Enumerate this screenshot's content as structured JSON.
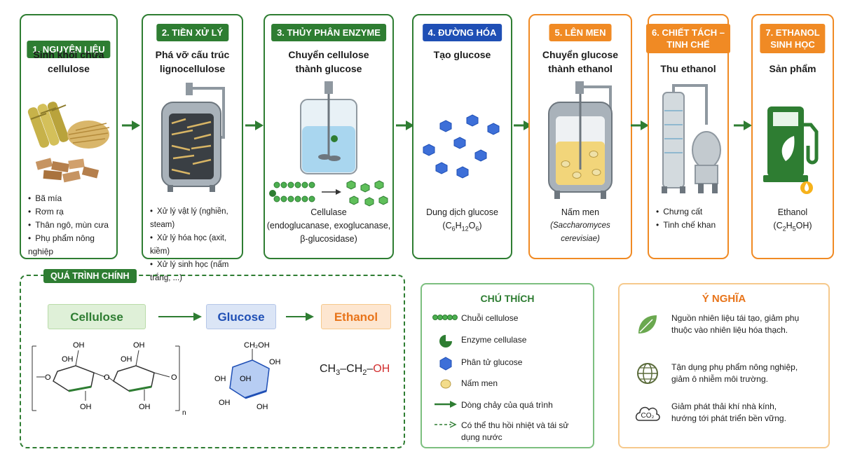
{
  "stages": [
    {
      "badge": "1. NGUYÊN LIỆU",
      "title": "Sinh khối chứa cellulose",
      "bullets": [
        "Bã mía",
        "Rơm rạ",
        "Thân ngô, mùn cưa",
        "Phụ phẩm nông nghiệp"
      ]
    },
    {
      "badge": "2. TIỀN XỬ LÝ",
      "title": "Phá vỡ cấu trúc lignocellulose",
      "bullets": [
        "Xử lý vật lý (nghiền, steam)",
        "Xử lý hóa học (axit, kiềm)",
        "Xử lý sinh học (nấm trắng, ...)"
      ]
    },
    {
      "badge": "3. THỦY PHÂN ENZYME",
      "title": "Chuyển cellulose thành glucose",
      "caption1": "Cellulase",
      "caption2": "(endoglucanase, exoglucanase,",
      "caption3": "β-glucosidase)"
    },
    {
      "badge": "4. ĐƯỜNG HÓA",
      "title": "Tạo glucose",
      "caption1": "Dung dịch glucose",
      "formula": {
        "a": "(C",
        "b": "6",
        "c": "H",
        "d": "12",
        "e": "O",
        "f": "6",
        "g": ")"
      }
    },
    {
      "badge": "5. LÊN MEN",
      "title": "Chuyển glucose thành ethanol",
      "caption1": "Nấm men",
      "caption2": "(Saccharomyces cerevisiae)"
    },
    {
      "badge1": "6. CHIẾT TÁCH –",
      "badge2": "TINH CHẾ",
      "title": "Thu ethanol",
      "bullets": [
        "Chưng cất",
        "Tinh chế khan"
      ]
    },
    {
      "badge1": "7. ETHANOL",
      "badge2": "SINH HỌC",
      "title": "Sản phẩm",
      "caption1": "Ethanol",
      "formula": {
        "a": "(C",
        "b": "2",
        "c": "H",
        "d": "5",
        "e": "OH)"
      }
    }
  ],
  "process": {
    "title": "QUÁ TRÌNH CHÍNH",
    "box1": "Cellulose",
    "box2": "Glucose",
    "box3": "Ethanol",
    "oh": "OH",
    "ch2oh": "CH₂OH",
    "o": "O",
    "n": "n",
    "ethanol_formula": {
      "a": "CH",
      "b": "3",
      "c": "–CH",
      "d": "2",
      "e": "–",
      "f": "OH"
    }
  },
  "legend": {
    "title": "CHÚ THÍCH",
    "items": [
      "Chuỗi cellulose",
      "Enzyme cellulase",
      "Phân tử glucose",
      "Nấm men",
      "Dòng chảy của quá trình",
      "Có thể thu hồi nhiệt và tái sử dụng nước"
    ]
  },
  "meaning": {
    "title": "Ý NGHĨA",
    "items": [
      "Nguồn nhiên liệu tái tạo, giảm phụ thuộc vào nhiên liệu hóa thạch.",
      "Tận dụng phụ phẩm nông nghiệp, giảm ô nhiễm môi trường.",
      "Giảm phát thải khí nhà kính, hướng tới phát triển bền vững."
    ],
    "co2": "CO₂"
  },
  "colors": {
    "green": "#2e7d32",
    "blue": "#1f4fb5",
    "orange": "#f08a24",
    "glucose_hex": "#3d6fd8"
  }
}
